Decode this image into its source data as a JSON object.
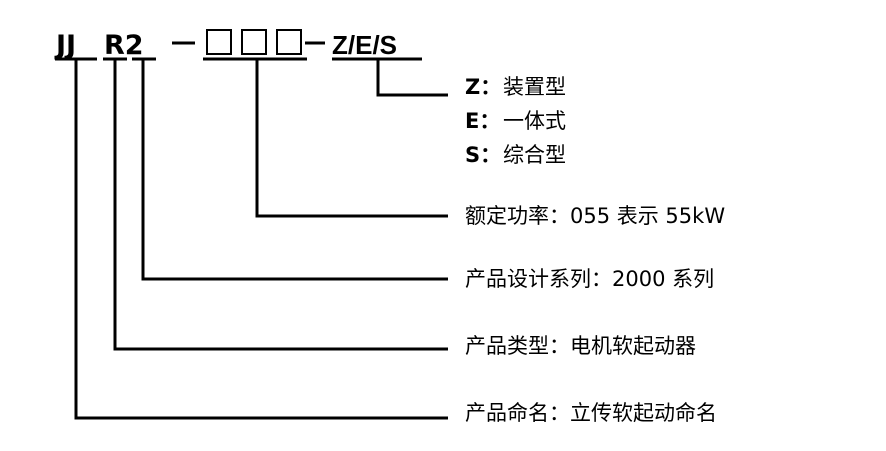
{
  "model_code": {
    "prefix": "JJ",
    "series": "R2",
    "dash1": "—",
    "power_placeholder": "□□□",
    "dash2": "—",
    "type_suffix": "Z/E/S"
  },
  "type_options": [
    {
      "code": "Z：",
      "label": "装置型"
    },
    {
      "code": "E：",
      "label": "一体式"
    },
    {
      "code": "S：",
      "label": "综合型"
    }
  ],
  "descriptions": {
    "power": "额定功率：055 表示 55kW",
    "series": "产品设计系列：2000 系列",
    "product_type": "产品类型：电机软起动器",
    "product_name": "产品命名：立传软起动命名"
  }
}
